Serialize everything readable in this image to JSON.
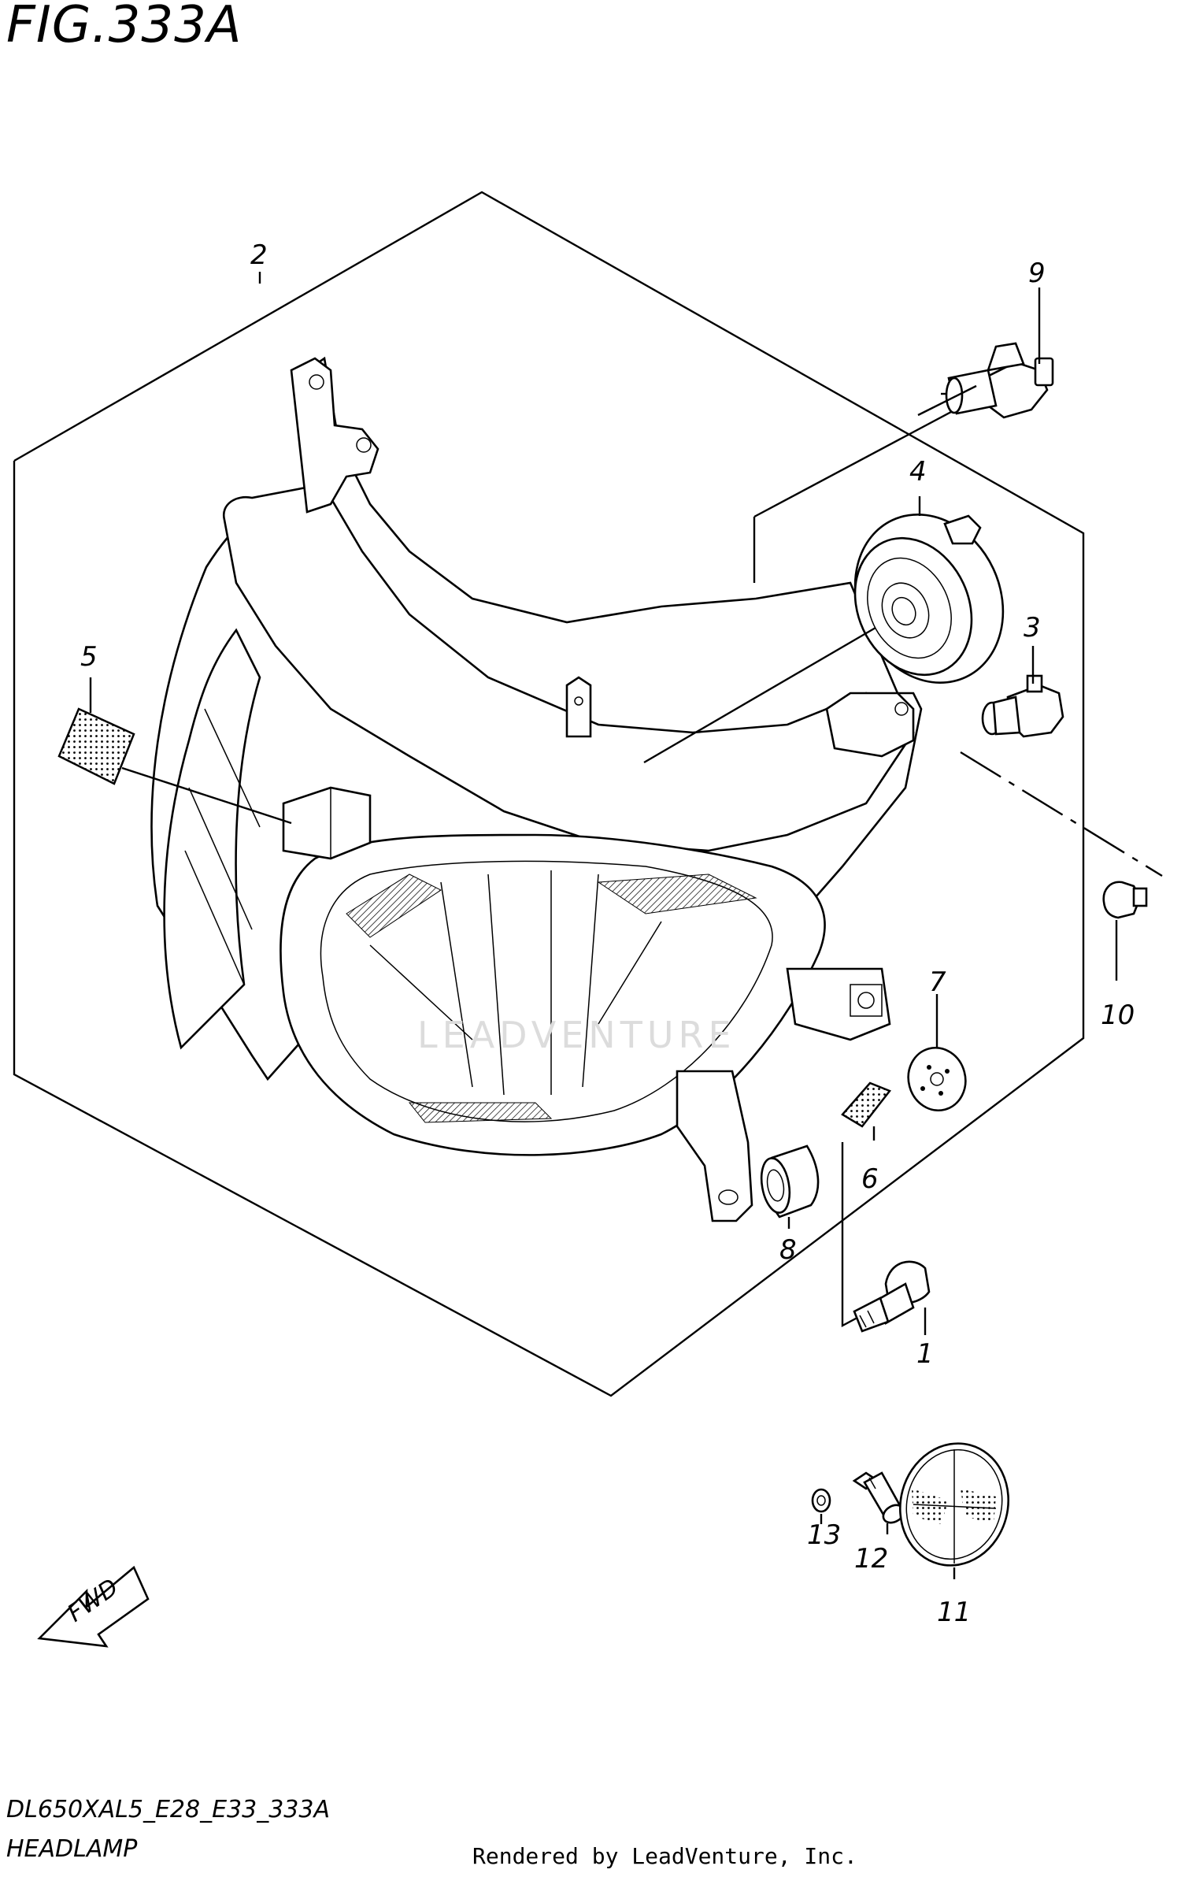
{
  "figure": {
    "title": "FIG.333A",
    "model_code": "DL650XAL5_E28_E33_333A",
    "section_name": "HEADLAMP",
    "rendered_by": "Rendered by LeadVenture, Inc.",
    "watermark": "LEADVENTURE",
    "fwd_label": "FWD"
  },
  "callouts": [
    {
      "id": "c1",
      "label": "1"
    },
    {
      "id": "c2",
      "label": "2"
    },
    {
      "id": "c3",
      "label": "3"
    },
    {
      "id": "c4",
      "label": "4"
    },
    {
      "id": "c5",
      "label": "5"
    },
    {
      "id": "c6",
      "label": "6"
    },
    {
      "id": "c7",
      "label": "7"
    },
    {
      "id": "c8",
      "label": "8"
    },
    {
      "id": "c9",
      "label": "9"
    },
    {
      "id": "c10",
      "label": "10"
    },
    {
      "id": "c11",
      "label": "11"
    },
    {
      "id": "c12",
      "label": "12"
    },
    {
      "id": "c13",
      "label": "13"
    }
  ]
}
